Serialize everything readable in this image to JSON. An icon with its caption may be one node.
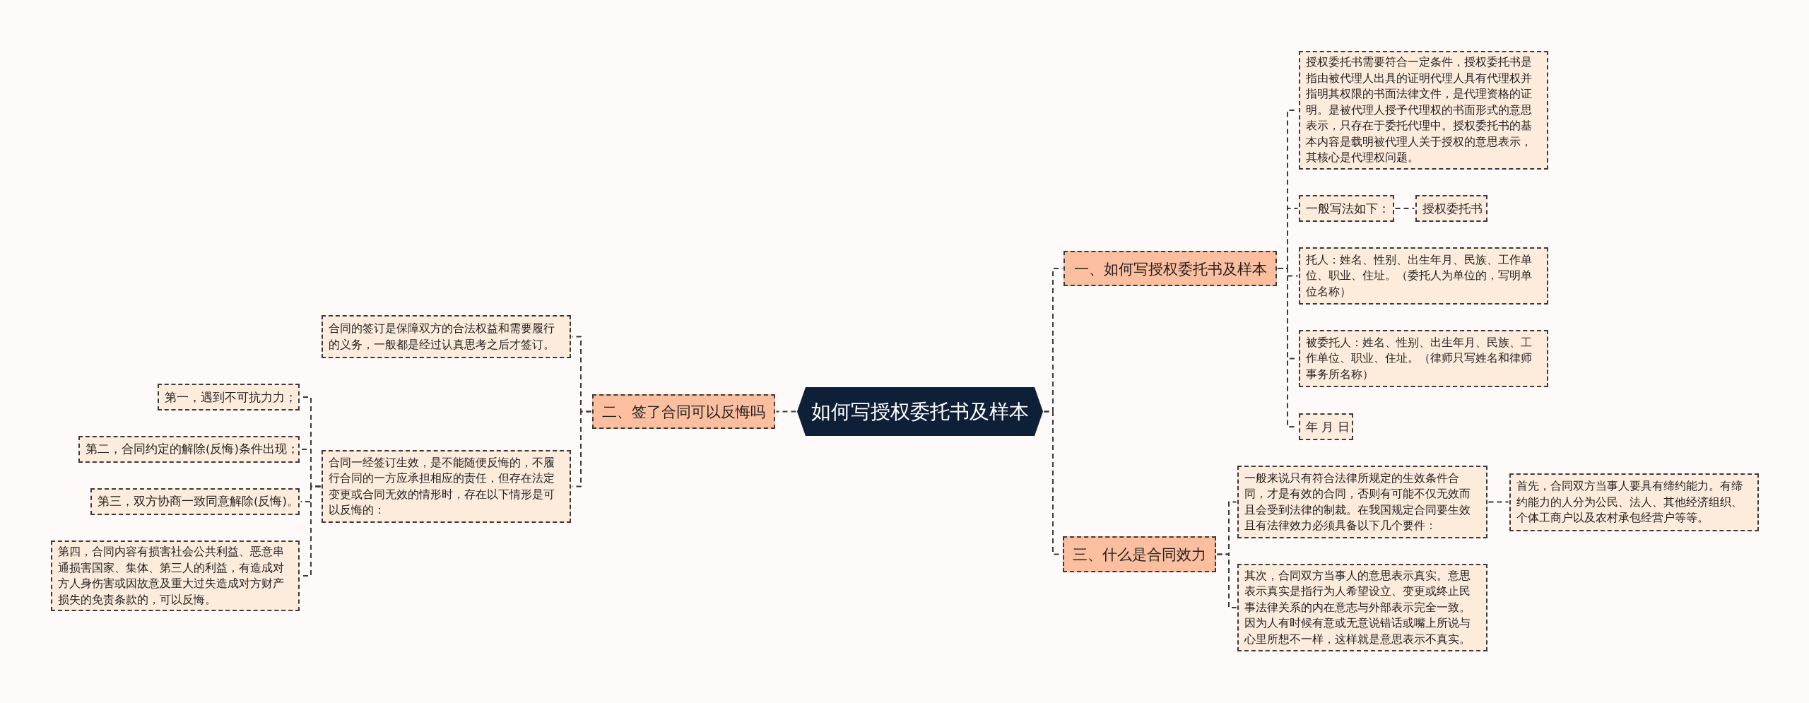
{
  "diagram": {
    "nodes": [
      {
        "text": [
          "如何写授权委托书及样本"
        ]
      },
      {
        "text": [
          "一、如何写授权委托书及样本"
        ]
      },
      {
        "text": [
          "授权委托书需要符合一定条件，授权委托书是指由被代理人出具的证明代理人具有代理权并指明其权限的书面法律文件，是代理资格的证明。是被代理人授予代理权的书面形式的意思表示，只存在于委托代理中。授权委托书的基本内容是载明被代理人关于授权的意思表示，其核心是代理权问题。"
        ]
      },
      {
        "text": [
          "一般写法如下："
        ]
      },
      {
        "text": [
          "授权委托书"
        ]
      },
      {
        "text": [
          "托人：姓名、性别、出生年月、民族、工作单位、职业、住址。（委托人为单位的，写明单位名称）"
        ]
      },
      {
        "text": [
          "被委托人：姓名、性别、出生年月、民族、工作单位、职业、住址。（律师只写姓名和律师事务所名称）"
        ]
      },
      {
        "text": [
          "年 月 日"
        ]
      },
      {
        "text": [
          "二、签了合同可以反悔吗"
        ]
      },
      {
        "text": [
          "合同的签订是保障双方的合法权益和需要履行的义务，一般都是经过认真思考之后才签订。"
        ]
      },
      {
        "text": [
          "合同一经签订生效，是不能随便反悔的，不履行合同的一方应承担相应的责任，但存在法定变更或合同无效的情形时，存在以下情形是可以反悔的："
        ]
      },
      {
        "text": [
          "第一，遇到不可抗力力；"
        ]
      },
      {
        "text": [
          "第二，合同约定的解除(反悔)条件出现；"
        ]
      },
      {
        "text": [
          "第三，双方协商一致同意解除(反悔)。"
        ]
      },
      {
        "text": [
          "第四，合同内容有损害社会公共利益、恶意串通损害国家、集体、第三人的利益，有造成对方人身伤害或因故意及重大过失造成对方财产损失的免责条款的，可以反悔。"
        ]
      },
      {
        "text": [
          "三、什么是合同效力"
        ]
      },
      {
        "text": [
          "一般来说只有符合法律所规定的生效条件合同，才是有效的合同，否则有可能不仅无效而且会受到法律的制裁。在我国规定合同要生效且有法律效力必须具备以下几个要件："
        ]
      },
      {
        "text": [
          "首先，合同双方当事人要具有缔约能力。有缔约能力的人分为公民、法人、其他经济组织、个体工商户以及农村承包经营户等等。"
        ]
      },
      {
        "text": [
          "其次，合同双方当事人的意思表示真实。意思表示真实是指行为人希望设立、变更或终止民事法律关系的内在意志与外部表示完全一致。因为人有时候有意或无意说错话或嘴上所说与心里所想不一样，这样就是意思表示不真实。"
        ]
      }
    ],
    "edges": [
      {
        "from": 0,
        "to": 1,
        "arrow": "none"
      },
      {
        "from": 1,
        "to": 2,
        "arrow": "none"
      },
      {
        "from": 1,
        "to": 3,
        "arrow": "none"
      },
      {
        "from": 3,
        "to": 4,
        "arrow": "none"
      },
      {
        "from": 1,
        "to": 5,
        "arrow": "none"
      },
      {
        "from": 1,
        "to": 6,
        "arrow": "none"
      },
      {
        "from": 1,
        "to": 7,
        "arrow": "none"
      },
      {
        "from": 0,
        "to": 8,
        "arrow": "none"
      },
      {
        "from": 8,
        "to": 9,
        "arrow": "none"
      },
      {
        "from": 8,
        "to": 10,
        "arrow": "none"
      },
      {
        "from": 10,
        "to": 11,
        "arrow": "none"
      },
      {
        "from": 10,
        "to": 12,
        "arrow": "none"
      },
      {
        "from": 10,
        "to": 13,
        "arrow": "none"
      },
      {
        "from": 10,
        "to": 14,
        "arrow": "none"
      },
      {
        "from": 0,
        "to": 15,
        "arrow": "none"
      },
      {
        "from": 15,
        "to": 16,
        "arrow": "none"
      },
      {
        "from": 16,
        "to": 17,
        "arrow": "none"
      },
      {
        "from": 15,
        "to": 18,
        "arrow": "none"
      }
    ]
  }
}
